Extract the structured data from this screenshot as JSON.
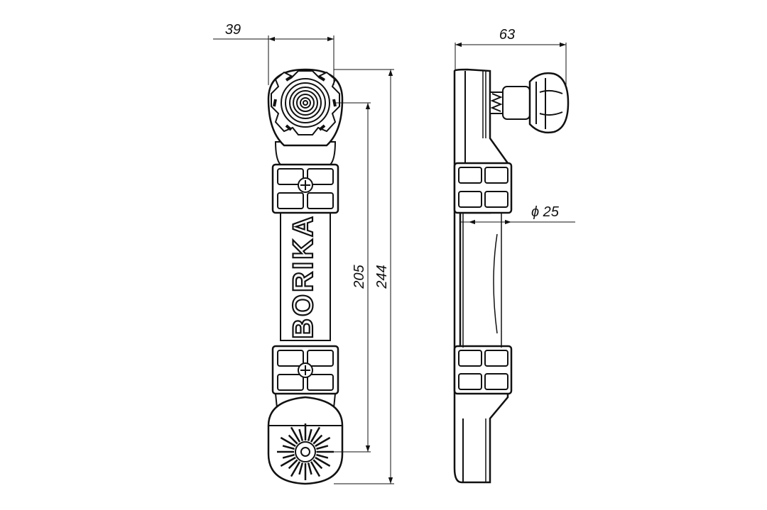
{
  "dimensions": {
    "front_width": "39",
    "side_width": "63",
    "hole_span": "205",
    "overall_length": "244",
    "diameter": "ϕ 25"
  },
  "brand_label": "BORIKA",
  "colors": {
    "line": "#111111",
    "fill": "#ffffff"
  }
}
